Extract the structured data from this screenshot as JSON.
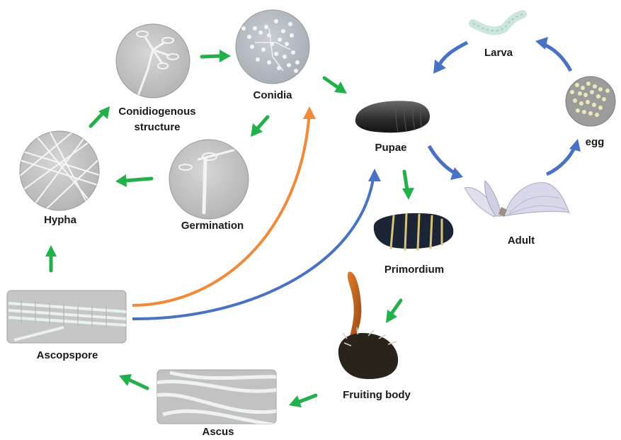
{
  "diagram": {
    "labels": {
      "conidiogenous_line1": "Conidiogenous",
      "conidiogenous_line2": "structure",
      "conidia": "Conidia",
      "hypha": "Hypha",
      "germination": "Germination",
      "ascospore": "Ascopspore",
      "ascus": "Ascus",
      "pupae": "Pupae",
      "larva": "Larva",
      "egg": "egg",
      "adult": "Adult",
      "primordium": "Primordium",
      "fruiting_body": "Fruiting body"
    },
    "colors": {
      "green_arrow": "#22b04b",
      "blue_arrow": "#4a72c4",
      "orange_arrow": "#f08a3a",
      "micrograph_bg": "#c9c9c9",
      "hyphae_line": "#f2f2f2"
    }
  }
}
